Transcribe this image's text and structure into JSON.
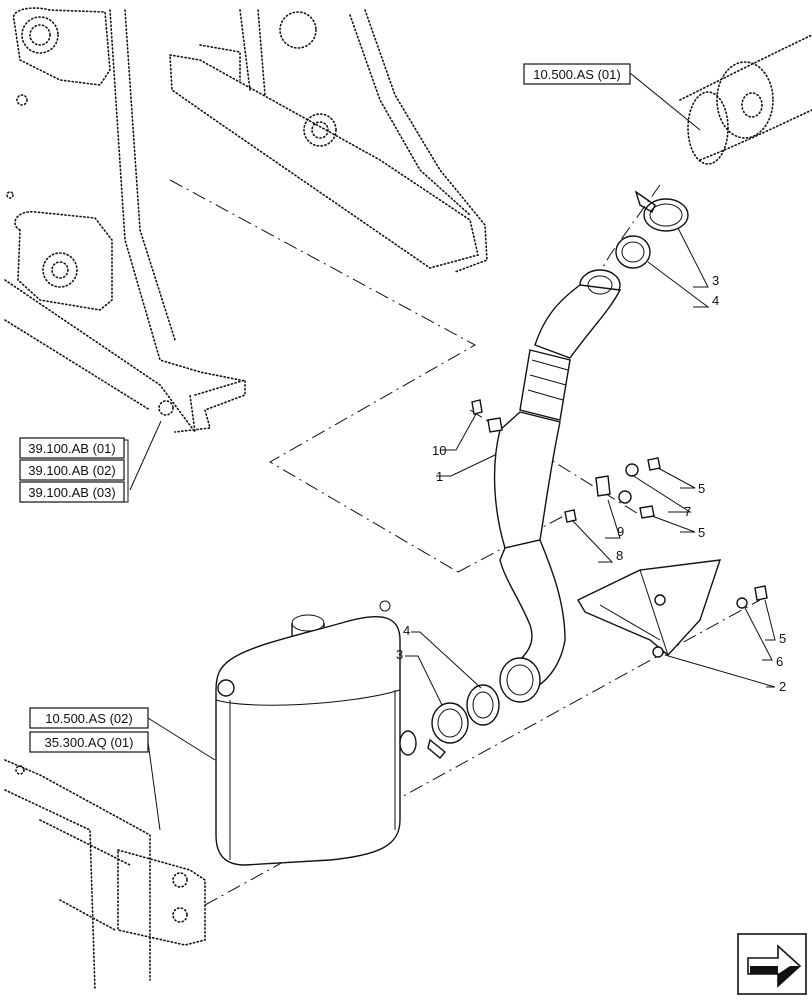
{
  "references": {
    "r1": "10.500.AS (01)",
    "r2": "39.100.AB (01)",
    "r3": "39.100.AB (02)",
    "r4": "39.100.AB (03)",
    "r5": "10.500.AS (02)",
    "r6": "35.300.AQ (01)"
  },
  "callouts": {
    "c1": "1",
    "c2": "2",
    "c3a": "3",
    "c3b": "3",
    "c4a": "4",
    "c4b": "4",
    "c5a": "5",
    "c5b": "5",
    "c5c": "5",
    "c6": "6",
    "c7": "7",
    "c8": "8",
    "c9": "9",
    "c10": "10"
  },
  "icons": {
    "nav": "next-page-arrow-icon"
  }
}
